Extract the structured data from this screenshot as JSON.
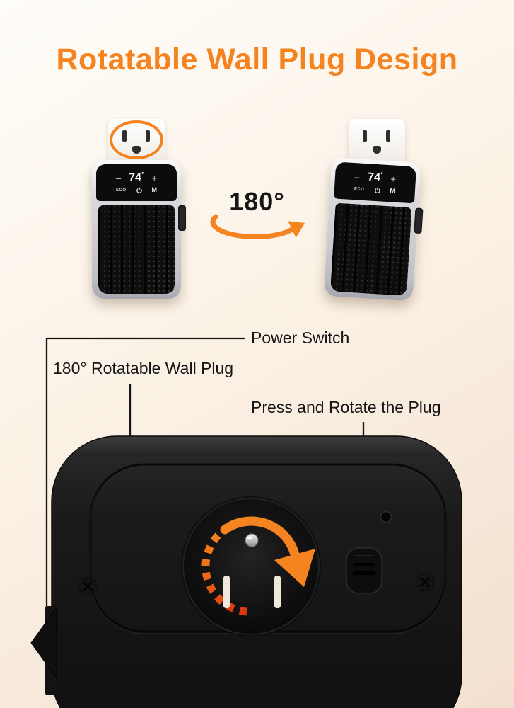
{
  "colors": {
    "accent": "#f5831f",
    "accent_deep": "#e8491c",
    "ink": "#1a1a1a",
    "bg_top": "#fffdf9",
    "bg_bottom": "#f3e0cf"
  },
  "title": {
    "text": "Rotatable Wall Plug Design"
  },
  "rotation": {
    "label": "180°"
  },
  "heater_panel": {
    "minus": "–",
    "temp": "74",
    "degree": "°",
    "plus": "+",
    "eco": "ECO",
    "mode": "M"
  },
  "annotations": {
    "power_switch": {
      "label": "Power Switch"
    },
    "rotatable_plug": {
      "label": "180° Rotatable Wall Plug"
    },
    "press_rotate": {
      "label": "Press and Rotate the Plug"
    }
  }
}
